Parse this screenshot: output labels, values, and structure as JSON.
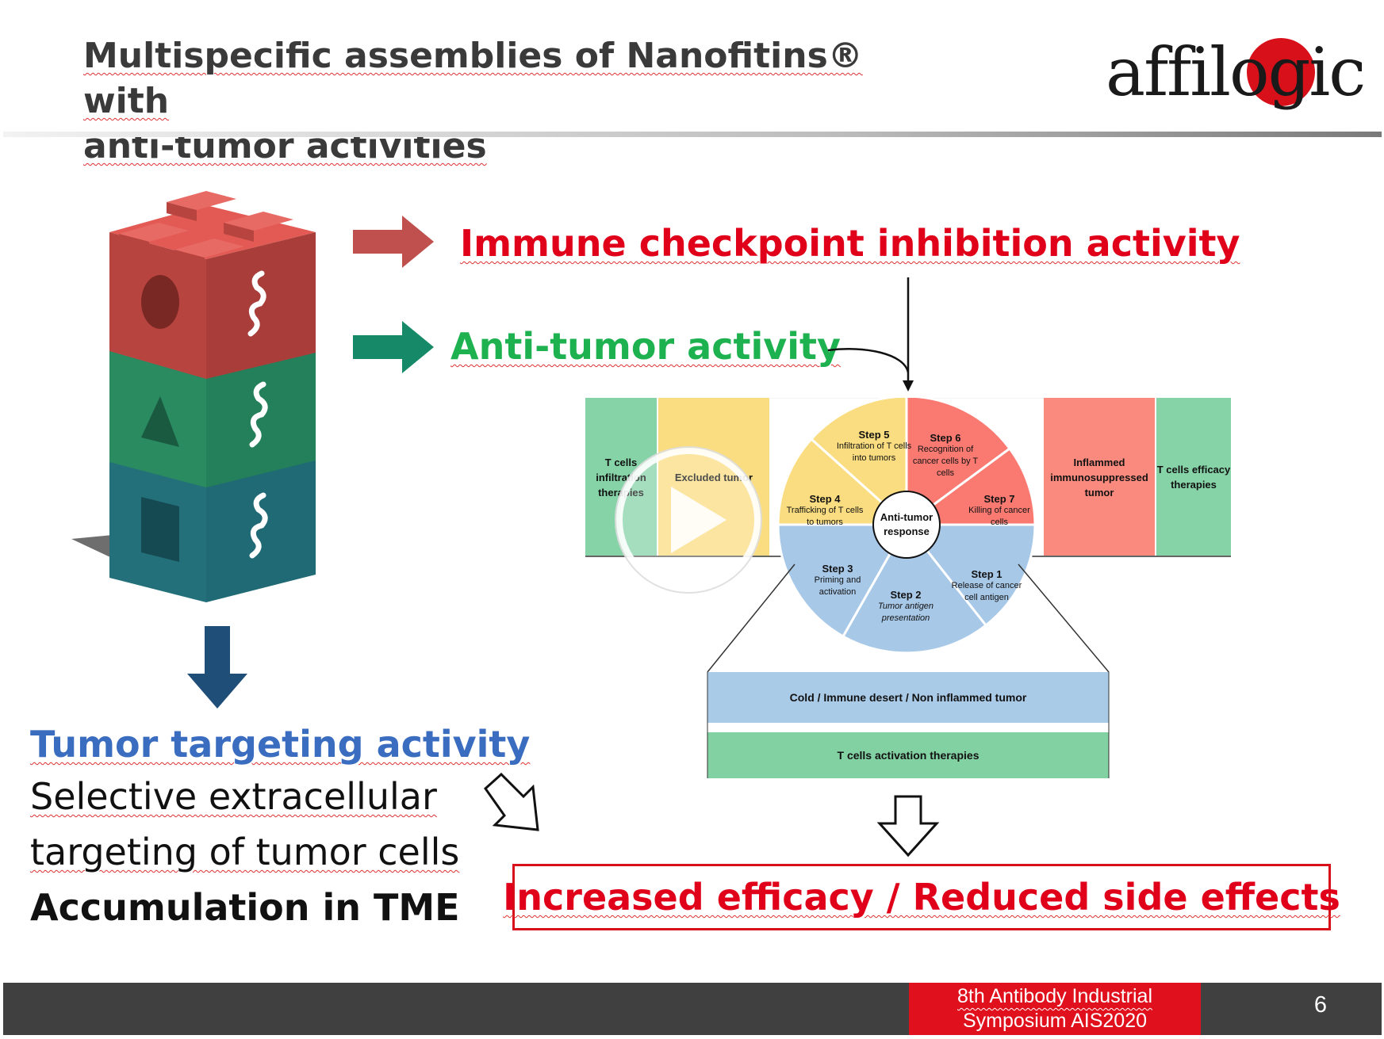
{
  "title": {
    "line1": "Multispecific assemblies of Nanofitins® with",
    "line2": "anti-tumor activities"
  },
  "logo": {
    "text": "affilogic"
  },
  "activities": {
    "immune": "Immune checkpoint inhibition activity",
    "antitumor": "Anti-tumor activity",
    "targeting": "Tumor targeting activity"
  },
  "targeting_description": {
    "line1": "Selective extracellular",
    "line2": "targeting of tumor cells",
    "line3": "Accumulation in TME"
  },
  "result": "Increased efficacy / Reduced side effects",
  "diagram": {
    "columns": {
      "tcells_infiltration": "T cells infiltration therapies",
      "excluded": "Excluded tumor",
      "inflamed": "Inflammed immunosuppressed tumor",
      "tcells_efficacy": "T cells efficacy therapies"
    },
    "center": {
      "line1": "Anti-tumor",
      "line2": "response"
    },
    "steps": [
      {
        "title": "Step 1",
        "desc": "Release of cancer cell antigen"
      },
      {
        "title": "Step 2",
        "desc": "Tumor antigen presentation"
      },
      {
        "title": "Step 3",
        "desc": "Priming and activation"
      },
      {
        "title": "Step 4",
        "desc": "Trafficking of T cells to tumors"
      },
      {
        "title": "Step 5",
        "desc": "Infiltration of T cells into tumors"
      },
      {
        "title": "Step 6",
        "desc": "Recognition of cancer cells by T cells"
      },
      {
        "title": "Step 7",
        "desc": "Killing of cancer cells"
      }
    ],
    "bands": {
      "cold": "Cold / Immune desert / Non inflammed tumor",
      "tcell_activation": "T cells activation therapies"
    }
  },
  "footer": {
    "event_line1": "8th Antibody Industrial",
    "event_line2": "Symposium AIS2020",
    "page": "6"
  },
  "colors": {
    "red": "#e0001a",
    "green": "#1db24f",
    "blue": "#3a6cc0",
    "footer": "#404040"
  },
  "icons": [
    "play-icon",
    "nanofitin-icon",
    "arrow-right-icon",
    "arrow-down-icon",
    "hollow-arrow-down-icon"
  ]
}
